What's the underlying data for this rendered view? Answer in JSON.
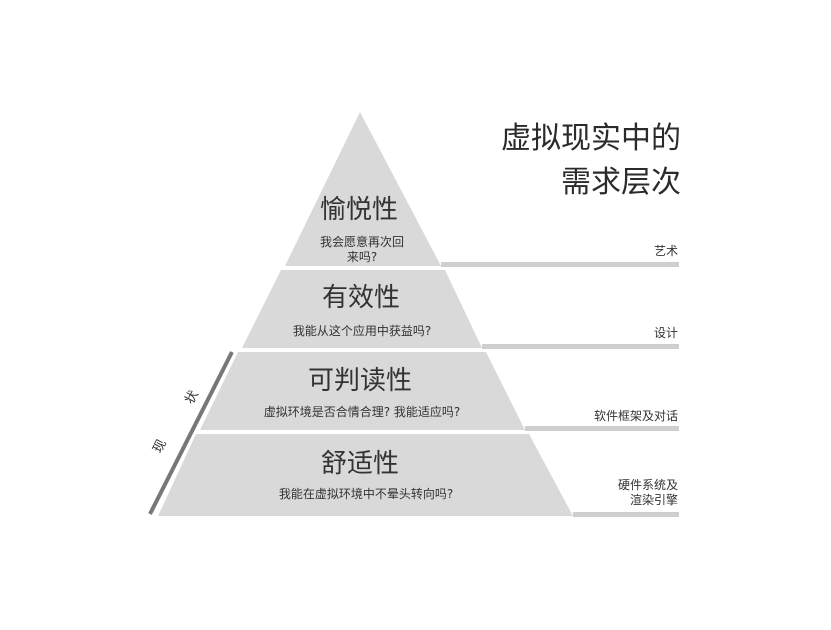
{
  "title": {
    "line1": "虚拟现实中的",
    "line2": "需求层次"
  },
  "levels": [
    {
      "name": "愉悦性",
      "question_line1": "我会愿意再次回",
      "question_line2": "来吗?",
      "side": "艺术"
    },
    {
      "name": "有效性",
      "question": "我能从这个应用中获益吗?",
      "side": "设计"
    },
    {
      "name": "可判读性",
      "question": "虚拟环境是否合情合理? 我能适应吗?",
      "side": "软件框架及对话"
    },
    {
      "name": "舒适性",
      "question": "我能在虚拟环境中不晕头转向吗?",
      "side_line1": "硬件系统及",
      "side_line2": "渲染引擎"
    }
  ],
  "current_state": {
    "char1": "现",
    "char2": "状"
  },
  "colors": {
    "tier_fill": "#d9d9d9",
    "rule": "#cfcfcf",
    "current_bar": "#777777"
  }
}
